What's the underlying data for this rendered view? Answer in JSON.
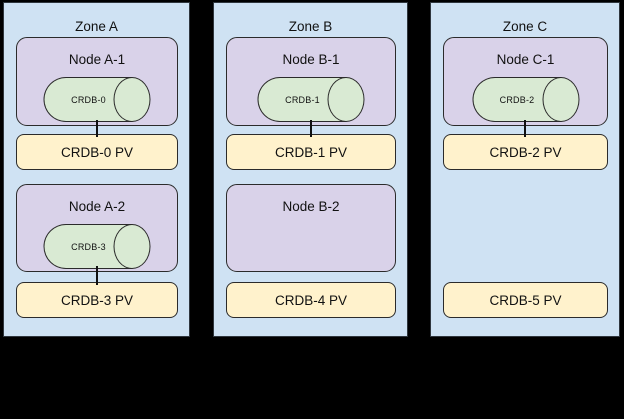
{
  "colors": {
    "background": "#000000",
    "zone_fill": "#cfe2f3",
    "node_fill": "#d9d2e9",
    "database_fill": "#d9ead3",
    "pv_fill": "#fff2cc",
    "border": "#2b2b2b"
  },
  "zones": [
    {
      "title": "Zone A",
      "node1": {
        "label": "Node A-1",
        "db_label": "CRDB-0"
      },
      "pv1": {
        "label": "CRDB-0 PV"
      },
      "node2": {
        "label": "Node A-2",
        "db_label": "CRDB-3"
      },
      "pv2": {
        "label": "CRDB-3 PV"
      }
    },
    {
      "title": "Zone B",
      "node1": {
        "label": "Node B-1",
        "db_label": "CRDB-1"
      },
      "pv1": {
        "label": "CRDB-1 PV"
      },
      "node2": {
        "label": "Node B-2"
      },
      "pv2": {
        "label": "CRDB-4 PV"
      }
    },
    {
      "title": "Zone C",
      "node1": {
        "label": "Node C-1",
        "db_label": "CRDB-2"
      },
      "pv1": {
        "label": "CRDB-2 PV"
      },
      "pv2": {
        "label": "CRDB-5 PV"
      }
    }
  ]
}
